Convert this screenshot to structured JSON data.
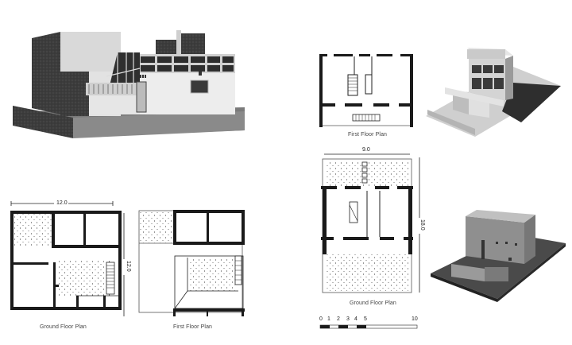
{
  "figures": {
    "model_a": {
      "description": "model-photo-house-a"
    },
    "plan_a_ground": {
      "caption": "Ground Floor Plan",
      "width_dim": "12.0",
      "depth_dim": "12.0"
    },
    "plan_a_first": {
      "caption": "First Floor Plan"
    },
    "plan_b_first": {
      "caption": "First Floor Plan",
      "width_dim": "9.0"
    },
    "model_b": {
      "description": "model-photo-house-b"
    },
    "plan_b_ground": {
      "caption": "Ground Floor Plan",
      "depth_dim": "18.0"
    },
    "model_c": {
      "description": "model-photo-house-c"
    }
  },
  "scale_bar": {
    "ticks": [
      "0",
      "1",
      "2",
      "3",
      "4",
      "5",
      "10"
    ]
  },
  "colors": {
    "ink": "#1a1a1a",
    "paper": "#ffffff",
    "stipple": "#555555",
    "shadow": "#3a3a3a"
  }
}
